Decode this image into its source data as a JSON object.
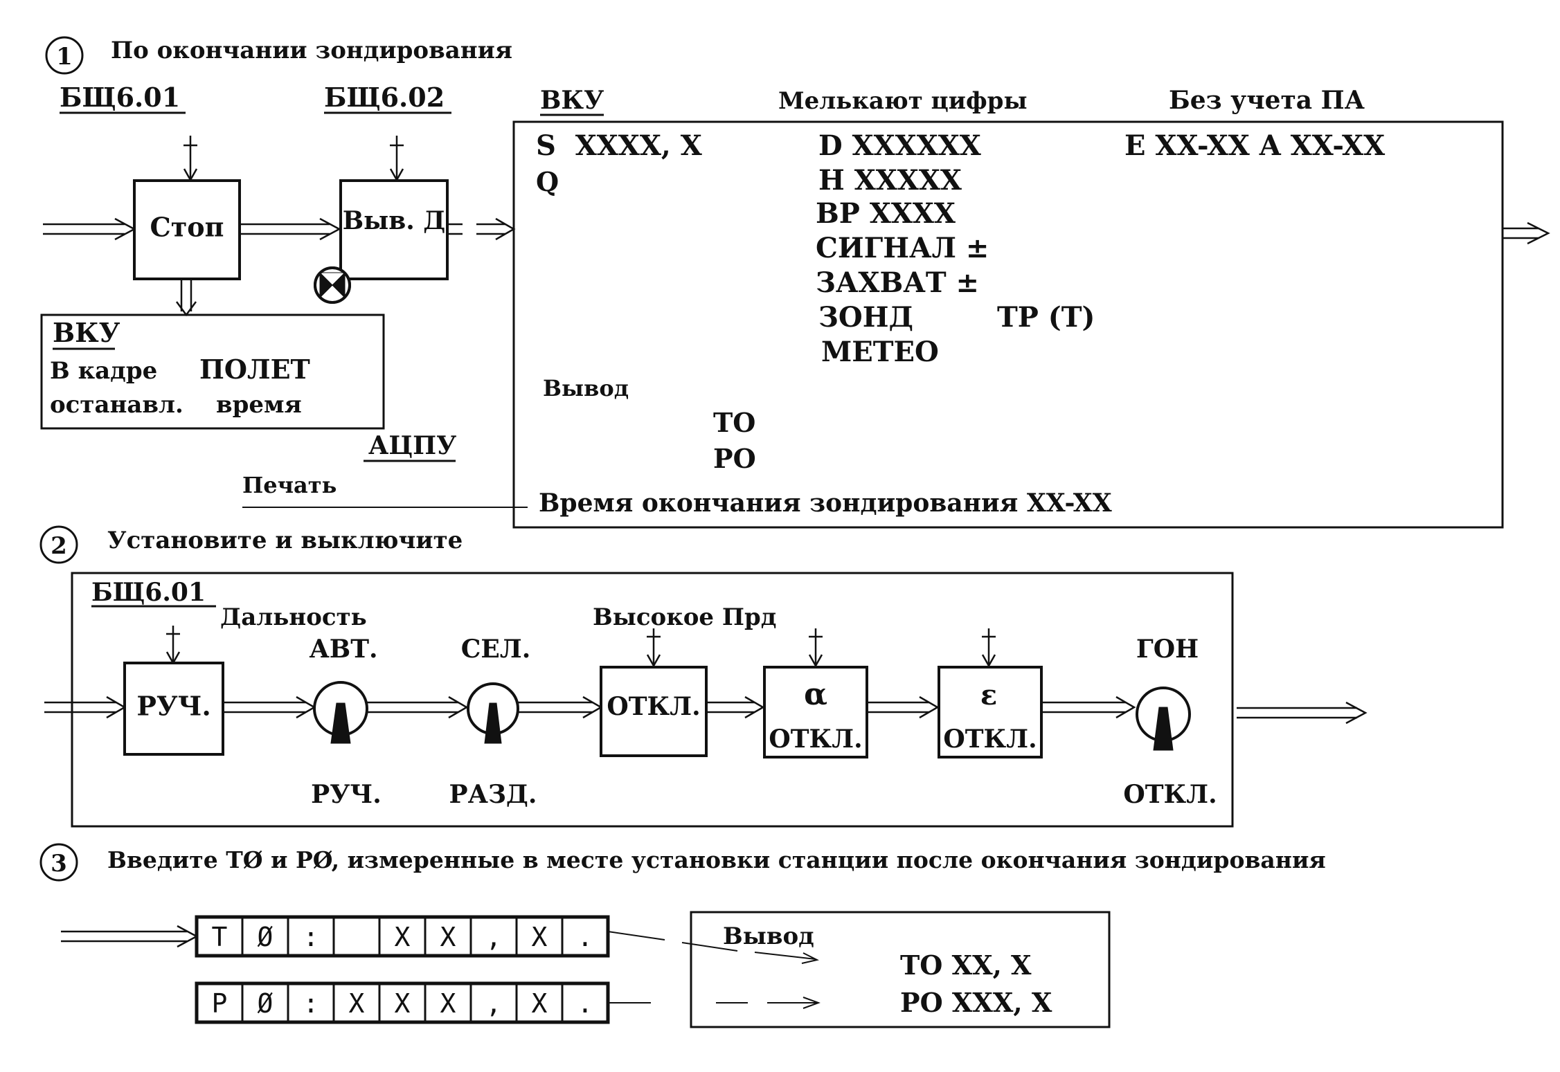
{
  "section1": {
    "number": "1",
    "title": "По окончании зондирования",
    "bsh601_label": "БЩ6.01",
    "bsh602_label": "БЩ6.02",
    "stop_block": "Стоп",
    "vyv_block": "Выв. Д",
    "vku_small": {
      "label": "ВКУ",
      "line1_a": "В кадре",
      "line1_b": "ПОЛЕТ",
      "line2_a": "останавл.",
      "line2_b": "время"
    },
    "acpu_label": "АЦПУ",
    "print_label": "Печать",
    "vku_main": {
      "label": "ВКУ",
      "note_digits": "Мелькают цифры",
      "note_pa": "Без учета ПА",
      "s_line": "S  XXXX, X",
      "q_line": "Q",
      "d_line": "D XXXXXX",
      "h_line": "H XXXXX",
      "bp_line": "BP XXXX",
      "signal_line": "СИГНАЛ ±",
      "zakhvat_line": "ЗАХВАТ ±",
      "zond_line": "ЗОНД",
      "tp_line": "TP (T)",
      "meteo_line": "МЕТЕО",
      "e_line": "E XX-XX A XX-XX",
      "output_label": "Вывод",
      "to_line": "ТО",
      "po_line": "PO",
      "end_time": "Время окончания зондирования XX-XX"
    }
  },
  "section2": {
    "number": "2",
    "title": "Установите и выключите",
    "bsh_label": "БЩ6.01",
    "range_label": "Дальность",
    "block_ruch": "РУЧ.",
    "knob1_top": "АВТ.",
    "knob1_bottom": "РУЧ.",
    "knob2_top": "СЕЛ.",
    "knob2_bottom": "РАЗД.",
    "high_prd_label": "Высокое Прд",
    "block_otkl": "ОТКЛ.",
    "alpha_symbol": "α",
    "alpha_otkl": "ОТКЛ.",
    "eps_symbol": "ε",
    "eps_otkl": "ОТКЛ.",
    "knob3_top": "ГОН",
    "knob3_bottom": "ОТКЛ."
  },
  "section3": {
    "number": "3",
    "title": "Введите ТØ и РØ,  измеренные в месте установки станции после окончания зондирования",
    "t_row": [
      "T",
      "Ø",
      ":",
      "",
      "X",
      "X",
      ",",
      "X",
      "."
    ],
    "p_row": [
      "P",
      "Ø",
      ":",
      "X",
      "X",
      "X",
      ",",
      "X",
      "."
    ],
    "output_label": "Вывод",
    "to_value": "ТО XX, X",
    "po_value": "PO XXX, X"
  }
}
